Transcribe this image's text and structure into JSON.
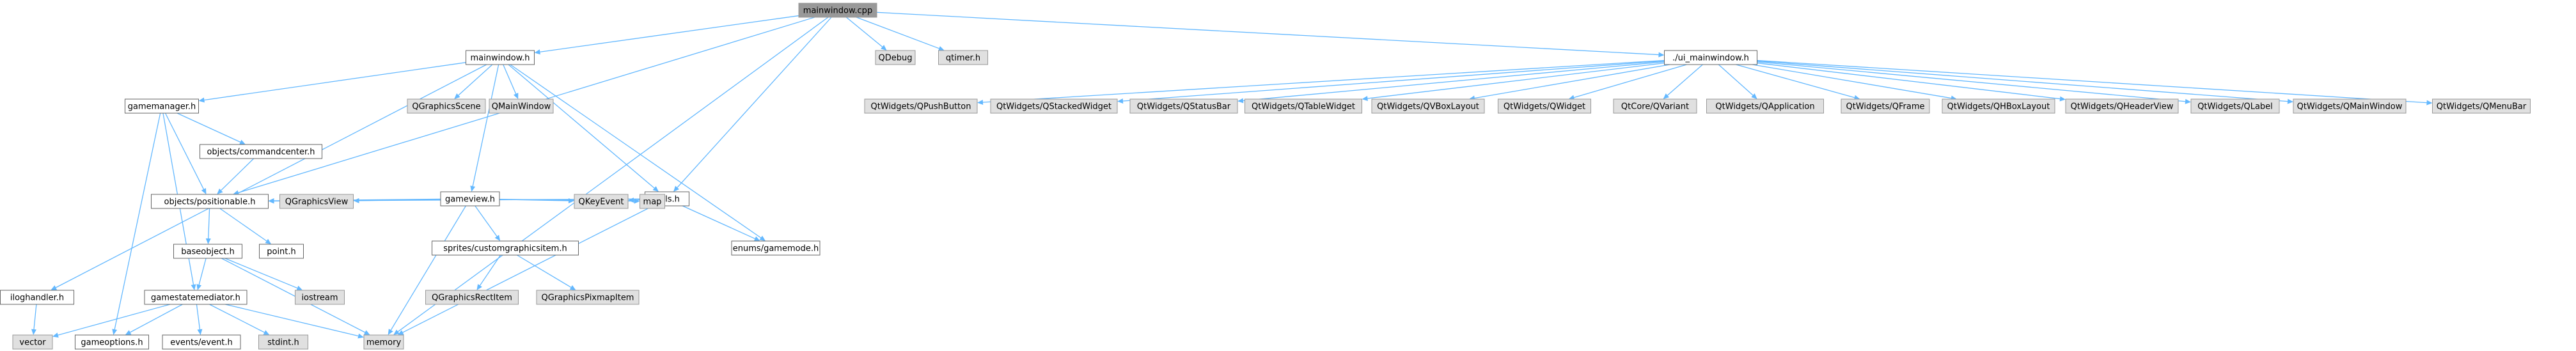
{
  "colors": {
    "edge": "#63b8ff",
    "border": "#999999",
    "fill_file": "#ffffff",
    "fill_system": "#e0e0e0",
    "fill_root": "#999999"
  },
  "nodes": [
    {
      "id": "mainwindow_cpp",
      "label": "mainwindow.cpp",
      "kind": "root"
    },
    {
      "id": "mainwindow_h",
      "label": "mainwindow.h",
      "kind": "file"
    },
    {
      "id": "qdebug",
      "label": "QDebug",
      "kind": "system"
    },
    {
      "id": "qtimer_h",
      "label": "qtimer.h",
      "kind": "system"
    },
    {
      "id": "ui_mainwindow_h",
      "label": "./ui_mainwindow.h",
      "kind": "file"
    },
    {
      "id": "gamemanager_h",
      "label": "gamemanager.h",
      "kind": "file"
    },
    {
      "id": "qgraphicsscene",
      "label": "QGraphicsScene",
      "kind": "system"
    },
    {
      "id": "qmainwindow",
      "label": "QMainWindow",
      "kind": "system"
    },
    {
      "id": "gameview_h",
      "label": "gameview.h",
      "kind": "file"
    },
    {
      "id": "utils_h",
      "label": "utils.h",
      "kind": "file"
    },
    {
      "id": "enums_gamemode_h",
      "label": "enums/gamemode.h",
      "kind": "file"
    },
    {
      "id": "iloghandler_h",
      "label": "iloghandler.h",
      "kind": "file"
    },
    {
      "id": "objects_commandcenter_h",
      "label": "objects/commandcenter.h",
      "kind": "file"
    },
    {
      "id": "objects_positionable_h",
      "label": "objects/positionable.h",
      "kind": "file"
    },
    {
      "id": "qgraphicsview",
      "label": "QGraphicsView",
      "kind": "system"
    },
    {
      "id": "sprites_customgraphicsitem_h",
      "label": "sprites/customgraphicsitem.h",
      "kind": "file"
    },
    {
      "id": "qkeyevent",
      "label": "QKeyEvent",
      "kind": "system"
    },
    {
      "id": "map",
      "label": "map",
      "kind": "system"
    },
    {
      "id": "baseobject_h",
      "label": "baseobject.h",
      "kind": "file"
    },
    {
      "id": "point_h",
      "label": "point.h",
      "kind": "file"
    },
    {
      "id": "qgraphicsrectitem",
      "label": "QGraphicsRectItem",
      "kind": "system"
    },
    {
      "id": "qgraphicspixmapitem",
      "label": "QGraphicsPixmapItem",
      "kind": "system"
    },
    {
      "id": "gamestatemediator_h",
      "label": "gamestatemediator.h",
      "kind": "file"
    },
    {
      "id": "iostream",
      "label": "iostream",
      "kind": "system"
    },
    {
      "id": "vector",
      "label": "vector",
      "kind": "system"
    },
    {
      "id": "gameoptions_h",
      "label": "gameoptions.h",
      "kind": "file"
    },
    {
      "id": "events_event_h",
      "label": "events/event.h",
      "kind": "file"
    },
    {
      "id": "stdint_h",
      "label": "stdint.h",
      "kind": "system"
    },
    {
      "id": "memory",
      "label": "memory",
      "kind": "system"
    },
    {
      "id": "qtwidgets_qpushbutton",
      "label": "QtWidgets/QPushButton",
      "kind": "system"
    },
    {
      "id": "qtwidgets_qstackedwidget",
      "label": "QtWidgets/QStackedWidget",
      "kind": "system"
    },
    {
      "id": "qtwidgets_qstatusbar",
      "label": "QtWidgets/QStatusBar",
      "kind": "system"
    },
    {
      "id": "qtwidgets_qtablewidget",
      "label": "QtWidgets/QTableWidget",
      "kind": "system"
    },
    {
      "id": "qtwidgets_qvboxlayout",
      "label": "QtWidgets/QVBoxLayout",
      "kind": "system"
    },
    {
      "id": "qtwidgets_qwidget",
      "label": "QtWidgets/QWidget",
      "kind": "system"
    },
    {
      "id": "qtcore_qvariant",
      "label": "QtCore/QVariant",
      "kind": "system"
    },
    {
      "id": "qtwidgets_qapplication",
      "label": "QtWidgets/QApplication",
      "kind": "system"
    },
    {
      "id": "qtwidgets_qframe",
      "label": "QtWidgets/QFrame",
      "kind": "system"
    },
    {
      "id": "qtwidgets_qhboxlayout",
      "label": "QtWidgets/QHBoxLayout",
      "kind": "system"
    },
    {
      "id": "qtwidgets_qheaderview",
      "label": "QtWidgets/QHeaderView",
      "kind": "system"
    },
    {
      "id": "qtwidgets_qlabel",
      "label": "QtWidgets/QLabel",
      "kind": "system"
    },
    {
      "id": "qtwidgets_qmainwindow",
      "label": "QtWidgets/QMainWindow",
      "kind": "system"
    },
    {
      "id": "qtwidgets_qmenubar",
      "label": "QtWidgets/QMenuBar",
      "kind": "system"
    }
  ],
  "edges": [
    [
      "mainwindow_cpp",
      "mainwindow_h"
    ],
    [
      "mainwindow_cpp",
      "qdebug"
    ],
    [
      "mainwindow_cpp",
      "qtimer_h"
    ],
    [
      "mainwindow_cpp",
      "ui_mainwindow_h"
    ],
    [
      "mainwindow_cpp",
      "objects_positionable_h"
    ],
    [
      "mainwindow_cpp",
      "utils_h"
    ],
    [
      "mainwindow_cpp",
      "memory"
    ],
    [
      "mainwindow_h",
      "gamemanager_h"
    ],
    [
      "mainwindow_h",
      "qgraphicsscene"
    ],
    [
      "mainwindow_h",
      "qmainwindow"
    ],
    [
      "mainwindow_h",
      "gameview_h"
    ],
    [
      "mainwindow_h",
      "utils_h"
    ],
    [
      "mainwindow_h",
      "enums_gamemode_h"
    ],
    [
      "mainwindow_h",
      "iloghandler_h"
    ],
    [
      "gamemanager_h",
      "objects_commandcenter_h"
    ],
    [
      "gamemanager_h",
      "objects_positionable_h"
    ],
    [
      "gamemanager_h",
      "gamestatemediator_h"
    ],
    [
      "gamemanager_h",
      "gameoptions_h"
    ],
    [
      "objects_commandcenter_h",
      "objects_positionable_h"
    ],
    [
      "gameview_h",
      "objects_positionable_h"
    ],
    [
      "gameview_h",
      "qgraphicsview"
    ],
    [
      "gameview_h",
      "sprites_customgraphicsitem_h"
    ],
    [
      "gameview_h",
      "qkeyevent"
    ],
    [
      "gameview_h",
      "map"
    ],
    [
      "gameview_h",
      "memory"
    ],
    [
      "utils_h",
      "objects_positionable_h"
    ],
    [
      "utils_h",
      "qkeyevent"
    ],
    [
      "utils_h",
      "map"
    ],
    [
      "utils_h",
      "enums_gamemode_h"
    ],
    [
      "utils_h",
      "memory"
    ],
    [
      "objects_positionable_h",
      "baseobject_h"
    ],
    [
      "objects_positionable_h",
      "point_h"
    ],
    [
      "sprites_customgraphicsitem_h",
      "qgraphicsrectitem"
    ],
    [
      "sprites_customgraphicsitem_h",
      "qgraphicspixmapitem"
    ],
    [
      "baseobject_h",
      "gamestatemediator_h"
    ],
    [
      "baseobject_h",
      "iostream"
    ],
    [
      "baseobject_h",
      "memory"
    ],
    [
      "gamestatemediator_h",
      "vector"
    ],
    [
      "gamestatemediator_h",
      "gameoptions_h"
    ],
    [
      "gamestatemediator_h",
      "events_event_h"
    ],
    [
      "gamestatemediator_h",
      "stdint_h"
    ],
    [
      "gamestatemediator_h",
      "memory"
    ],
    [
      "iloghandler_h",
      "vector"
    ],
    [
      "ui_mainwindow_h",
      "qtwidgets_qpushbutton"
    ],
    [
      "ui_mainwindow_h",
      "qtwidgets_qstackedwidget"
    ],
    [
      "ui_mainwindow_h",
      "qtwidgets_qstatusbar"
    ],
    [
      "ui_mainwindow_h",
      "qtwidgets_qtablewidget"
    ],
    [
      "ui_mainwindow_h",
      "qtwidgets_qvboxlayout"
    ],
    [
      "ui_mainwindow_h",
      "qtwidgets_qwidget"
    ],
    [
      "ui_mainwindow_h",
      "qtcore_qvariant"
    ],
    [
      "ui_mainwindow_h",
      "qtwidgets_qapplication"
    ],
    [
      "ui_mainwindow_h",
      "qtwidgets_qframe"
    ],
    [
      "ui_mainwindow_h",
      "qtwidgets_qhboxlayout"
    ],
    [
      "ui_mainwindow_h",
      "qtwidgets_qheaderview"
    ],
    [
      "ui_mainwindow_h",
      "qtwidgets_qlabel"
    ],
    [
      "ui_mainwindow_h",
      "qtwidgets_qmainwindow"
    ],
    [
      "ui_mainwindow_h",
      "qtwidgets_qmenubar"
    ]
  ]
}
